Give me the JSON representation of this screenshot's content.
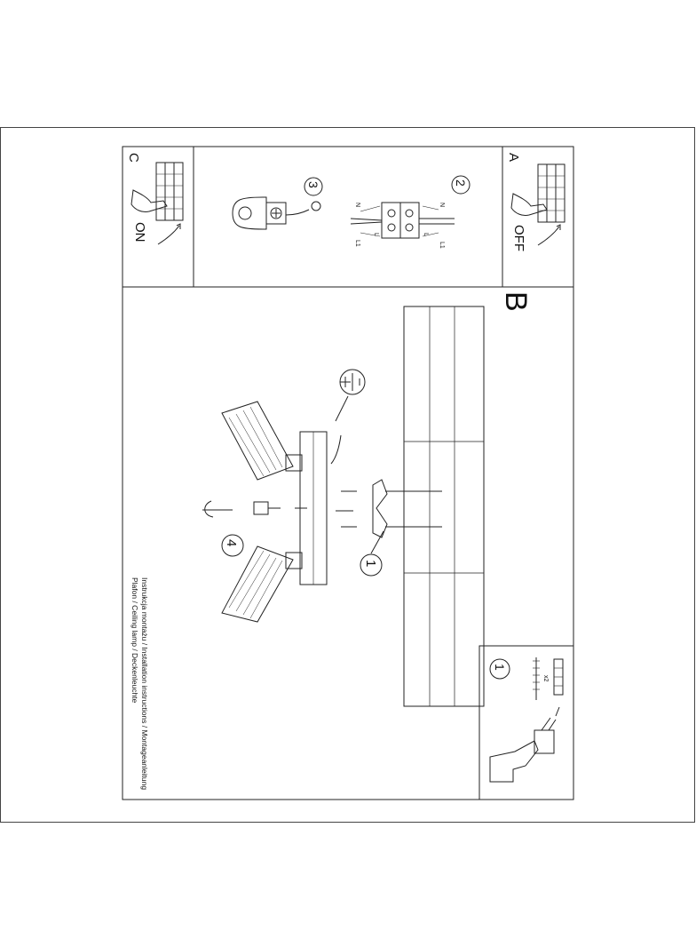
{
  "document": {
    "panels": {
      "a": {
        "letter": "A",
        "state": "OFF"
      },
      "b": {
        "letter": "B"
      },
      "c": {
        "letter": "C",
        "state": "ON"
      }
    },
    "steps": [
      "1",
      "2",
      "3",
      "4",
      "1"
    ],
    "fittings": {
      "quantity": "x2"
    },
    "terminal_labels": {
      "n": "N",
      "l": "L",
      "l1": "L1"
    },
    "caption": {
      "line1": "Instrukcja montażu / Installation instructions / Montageanleitung",
      "line2": "Plafon / Ceiling lamp / Deckenleuchte"
    }
  }
}
